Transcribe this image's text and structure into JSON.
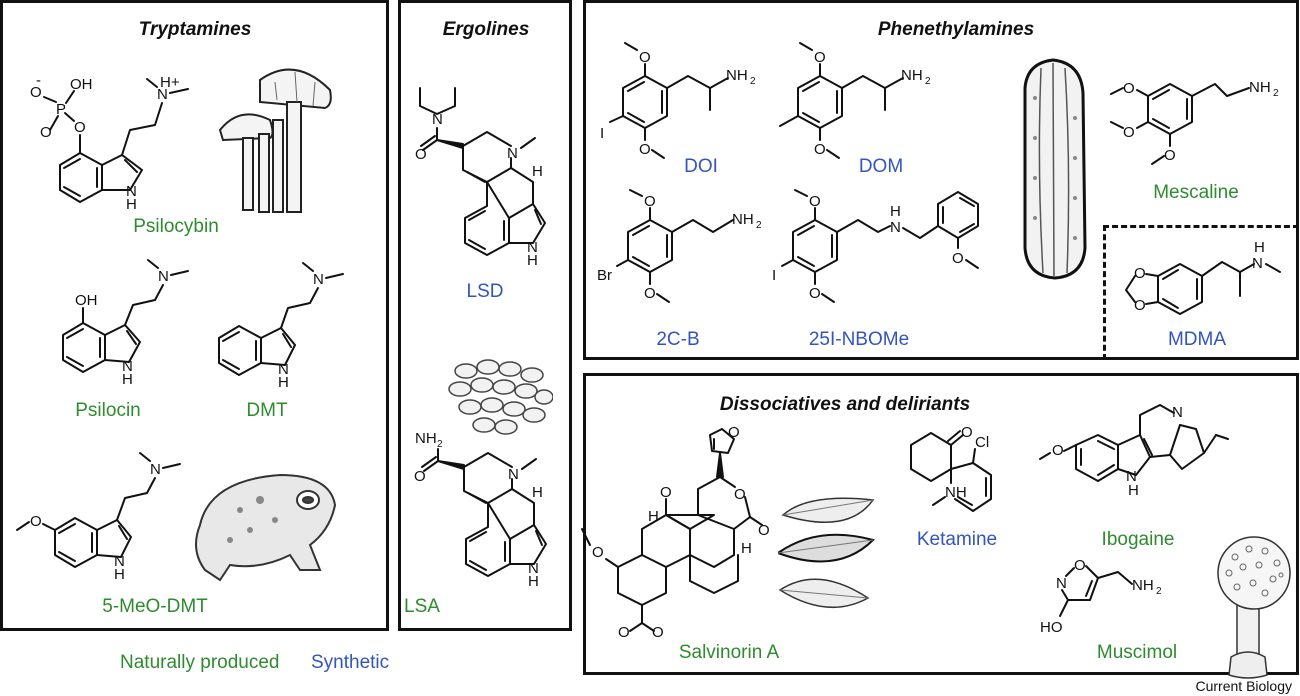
{
  "panels": {
    "tryptamines": {
      "title": "Tryptamines",
      "compounds": [
        {
          "name": "Psilocybin",
          "origin": "natural"
        },
        {
          "name": "Psilocin",
          "origin": "natural"
        },
        {
          "name": "DMT",
          "origin": "natural"
        },
        {
          "name": "5-MeO-DMT",
          "origin": "natural"
        }
      ],
      "illustrations": [
        "mushroom-illustration",
        "toad-illustration"
      ]
    },
    "ergolines": {
      "title": "Ergolines",
      "compounds": [
        {
          "name": "LSD",
          "origin": "synthetic"
        },
        {
          "name": "LSA",
          "origin": "natural"
        }
      ],
      "illustrations": [
        "seeds-illustration"
      ]
    },
    "phenethylamines": {
      "title": "Phenethylamines",
      "compounds": [
        {
          "name": "DOI",
          "origin": "synthetic"
        },
        {
          "name": "DOM",
          "origin": "synthetic"
        },
        {
          "name": "Mescaline",
          "origin": "natural"
        },
        {
          "name": "2C-B",
          "origin": "synthetic"
        },
        {
          "name": "25I-NBOMe",
          "origin": "synthetic"
        },
        {
          "name": "MDMA",
          "origin": "synthetic"
        }
      ],
      "illustrations": [
        "cactus-illustration"
      ]
    },
    "dissociatives": {
      "title": "Dissociatives and deliriants",
      "compounds": [
        {
          "name": "Salvinorin A",
          "origin": "natural"
        },
        {
          "name": "Ketamine",
          "origin": "synthetic"
        },
        {
          "name": "Ibogaine",
          "origin": "natural"
        },
        {
          "name": "Muscimol",
          "origin": "natural"
        }
      ],
      "illustrations": [
        "leaves-illustration",
        "amanita-mushroom-illustration"
      ]
    }
  },
  "atoms": {
    "O": "O",
    "OH": "OH",
    "Ominus": "O",
    "minus": "-",
    "P": "P",
    "N": "N",
    "H": "H",
    "Hplus": "H+",
    "NH": "NH",
    "NH2": "NH",
    "sub2": "2",
    "I": "I",
    "Br": "Br",
    "Cl": "Cl",
    "HO": "HO"
  },
  "legend": {
    "natural": "Naturally produced",
    "synthetic": "Synthetic"
  },
  "colors": {
    "natural": "#2e8b2e",
    "synthetic": "#3355bb",
    "border": "#111111"
  },
  "credit": "Current Biology"
}
